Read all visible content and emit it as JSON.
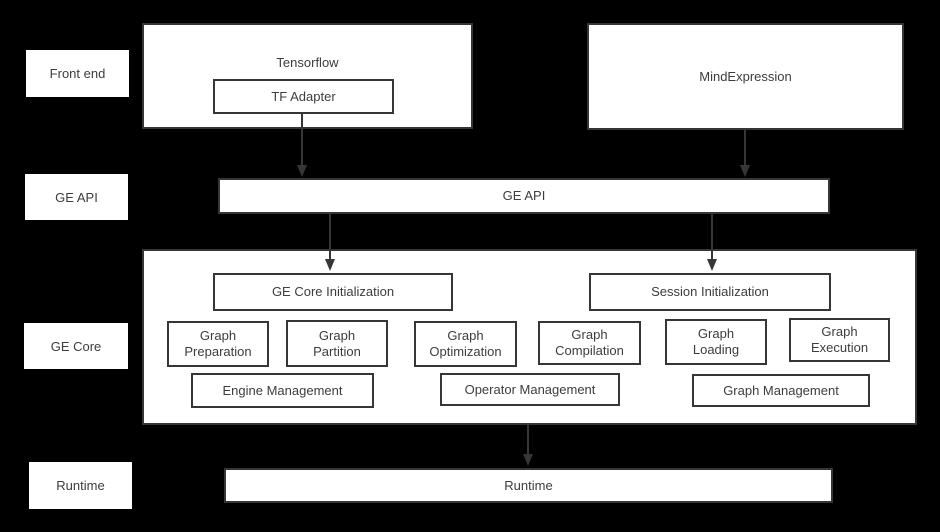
{
  "colors": {
    "background": "#000000",
    "box_fill": "#ffffff",
    "border": "#363636",
    "text": "#3d3d3d"
  },
  "side_labels": {
    "front_end": "Front end",
    "ge_api": "GE API",
    "ge_core": "GE Core",
    "runtime": "Runtime"
  },
  "front_end_row": {
    "tensorflow": {
      "title": "Tensorflow",
      "adapter": "TF Adapter"
    },
    "mind_expression": {
      "title": "MindExpression"
    }
  },
  "ge_api_bar": {
    "label": "GE API"
  },
  "ge_core_box": {
    "ge_core_initialization": "GE Core Initialization",
    "session_initialization": "Session Initialization",
    "stages": [
      {
        "line1": "Graph",
        "line2": "Preparation"
      },
      {
        "line1": "Graph",
        "line2": "Partition"
      },
      {
        "line1": "Graph",
        "line2": "Optimization"
      },
      {
        "line1": "Graph",
        "line2": "Compilation"
      },
      {
        "line1": "Graph",
        "line2": "Loading"
      },
      {
        "line1": "Graph",
        "line2": "Execution"
      }
    ],
    "managers": [
      "Engine Management",
      "Operator Management",
      "Graph Management"
    ]
  },
  "runtime_bar": {
    "label": "Runtime"
  },
  "arrows": [
    {
      "from": "tf-adapter",
      "to": "ge-api-bar"
    },
    {
      "from": "mindexpression",
      "to": "ge-api-bar"
    },
    {
      "from": "ge-api-bar",
      "to": "ge-core-initialization"
    },
    {
      "from": "ge-api-bar",
      "to": "session-initialization"
    },
    {
      "from": "ge-core",
      "to": "runtime-bar"
    }
  ]
}
